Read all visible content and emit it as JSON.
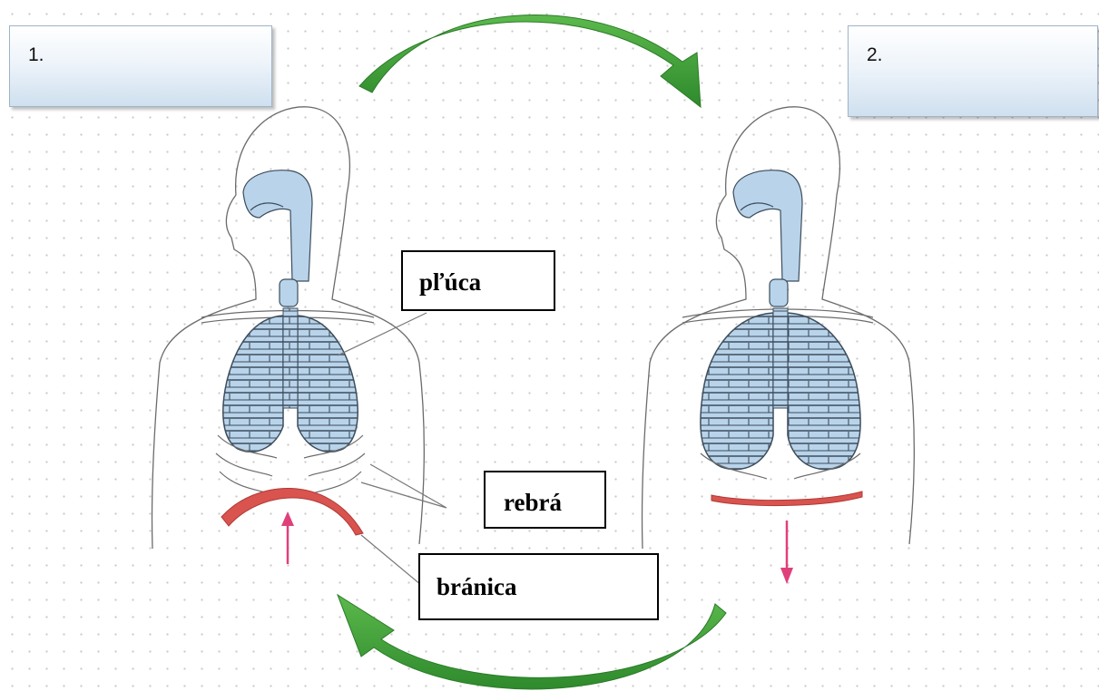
{
  "steps": [
    {
      "label": "1."
    },
    {
      "label": "2."
    }
  ],
  "labels": {
    "lungs": "pľúca",
    "ribs": "rebrá",
    "diaphragm": "bránica"
  },
  "colors": {
    "airway_fill": "#b9d4ea",
    "diaphragm_red": "#d9534f",
    "arrow_pink": "#e0407a",
    "cycle_arrow_green": "#3f9f3a"
  }
}
